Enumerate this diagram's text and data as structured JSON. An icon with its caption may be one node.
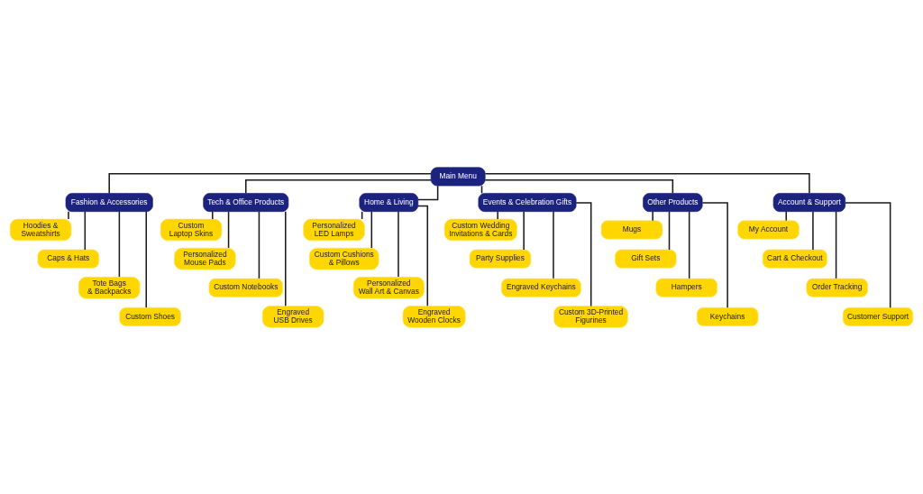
{
  "diagram": {
    "nodes": [
      {
        "text": [
          "Main Menu"
        ]
      },
      {
        "text": [
          "Fashion & Accessories"
        ]
      },
      {
        "text": [
          "Hoodies & Sweatshirts"
        ]
      },
      {
        "text": [
          "Caps & Hats"
        ]
      },
      {
        "text": [
          "Tote Bags & Backpacks"
        ]
      },
      {
        "text": [
          "Custom Shoes"
        ]
      },
      {
        "text": [
          "Tech & Office Products"
        ]
      },
      {
        "text": [
          "Custom Laptop Skins"
        ]
      },
      {
        "text": [
          "Personalized Mouse Pads"
        ]
      },
      {
        "text": [
          "Custom Notebooks"
        ]
      },
      {
        "text": [
          "Engraved USB Drives"
        ]
      },
      {
        "text": [
          "Home & Living"
        ]
      },
      {
        "text": [
          "Personalized LED Lamps"
        ]
      },
      {
        "text": [
          "Custom Cushions & Pillows"
        ]
      },
      {
        "text": [
          "Personalized Wall Art & Canvas"
        ]
      },
      {
        "text": [
          "Engraved Wooden Clocks"
        ]
      },
      {
        "text": [
          "Events & Celebration Gifts"
        ]
      },
      {
        "text": [
          "Custom Wedding Invitations & Cards"
        ]
      },
      {
        "text": [
          "Party Supplies"
        ]
      },
      {
        "text": [
          "Engraved Keychains"
        ]
      },
      {
        "text": [
          "Custom 3D-Printed Figurines"
        ]
      },
      {
        "text": [
          "Other Products"
        ]
      },
      {
        "text": [
          "Mugs"
        ]
      },
      {
        "text": [
          "Gift Sets"
        ]
      },
      {
        "text": [
          "Hampers"
        ]
      },
      {
        "text": [
          "Keychains"
        ]
      },
      {
        "text": [
          "Account & Support"
        ]
      },
      {
        "text": [
          "My Account"
        ]
      },
      {
        "text": [
          "Cart & Checkout"
        ]
      },
      {
        "text": [
          "Order Tracking"
        ]
      },
      {
        "text": [
          "Customer Support"
        ]
      }
    ],
    "edges": [
      {
        "from": 0,
        "to": 1,
        "arrow": "none"
      },
      {
        "from": 0,
        "to": 6,
        "arrow": "none"
      },
      {
        "from": 0,
        "to": 11,
        "arrow": "none"
      },
      {
        "from": 0,
        "to": 16,
        "arrow": "none"
      },
      {
        "from": 0,
        "to": 21,
        "arrow": "none"
      },
      {
        "from": 0,
        "to": 26,
        "arrow": "none"
      },
      {
        "from": 1,
        "to": 2,
        "arrow": "none"
      },
      {
        "from": 1,
        "to": 3,
        "arrow": "none"
      },
      {
        "from": 1,
        "to": 4,
        "arrow": "none"
      },
      {
        "from": 1,
        "to": 5,
        "arrow": "none"
      },
      {
        "from": 6,
        "to": 7,
        "arrow": "none"
      },
      {
        "from": 6,
        "to": 8,
        "arrow": "none"
      },
      {
        "from": 6,
        "to": 9,
        "arrow": "none"
      },
      {
        "from": 6,
        "to": 10,
        "arrow": "none"
      },
      {
        "from": 11,
        "to": 12,
        "arrow": "none"
      },
      {
        "from": 11,
        "to": 13,
        "arrow": "none"
      },
      {
        "from": 11,
        "to": 14,
        "arrow": "none"
      },
      {
        "from": 11,
        "to": 15,
        "arrow": "none"
      },
      {
        "from": 16,
        "to": 17,
        "arrow": "none"
      },
      {
        "from": 16,
        "to": 18,
        "arrow": "none"
      },
      {
        "from": 16,
        "to": 19,
        "arrow": "none"
      },
      {
        "from": 16,
        "to": 20,
        "arrow": "none"
      },
      {
        "from": 21,
        "to": 22,
        "arrow": "none"
      },
      {
        "from": 21,
        "to": 23,
        "arrow": "none"
      },
      {
        "from": 21,
        "to": 24,
        "arrow": "none"
      },
      {
        "from": 21,
        "to": 25,
        "arrow": "none"
      },
      {
        "from": 26,
        "to": 27,
        "arrow": "none"
      },
      {
        "from": 26,
        "to": 28,
        "arrow": "none"
      },
      {
        "from": 26,
        "to": 29,
        "arrow": "none"
      },
      {
        "from": 26,
        "to": 30,
        "arrow": "none"
      }
    ]
  }
}
